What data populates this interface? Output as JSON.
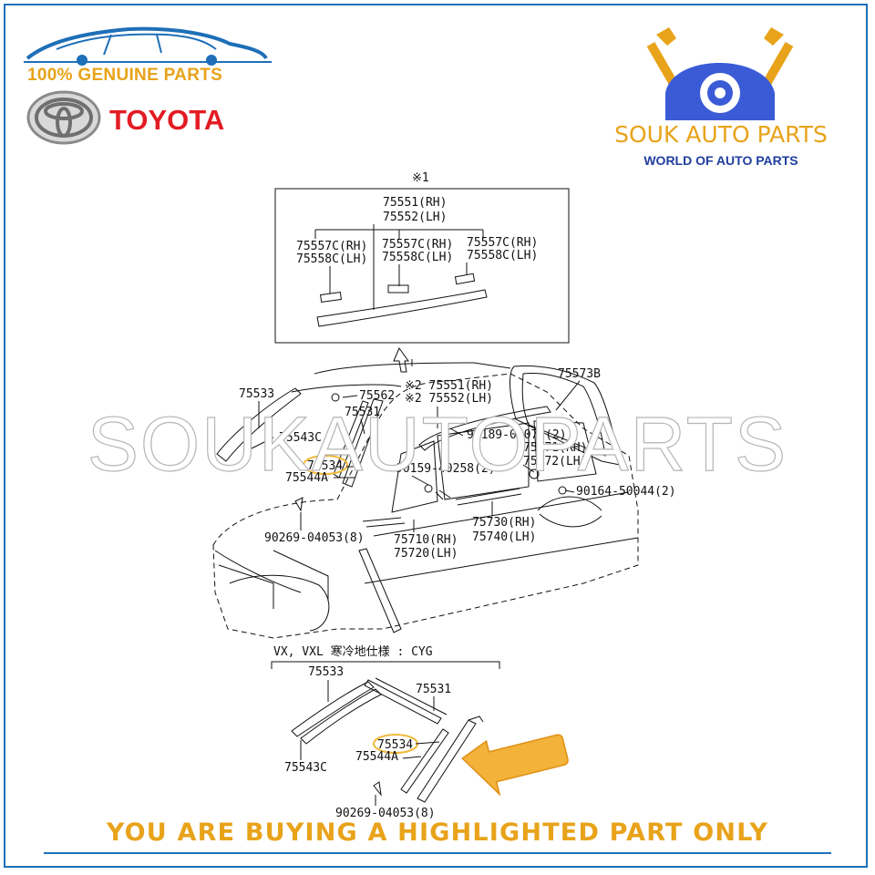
{
  "header_left": {
    "tagline": "100% GENUINE PARTS",
    "brand": "TOYOTA",
    "brand_color": "#e31b23",
    "tagline_color": "#e8a31a"
  },
  "header_right": {
    "name": "SOUK AUTO PARTS",
    "tagline": "WORLD OF AUTO PARTS",
    "accent_color": "#e8a31a",
    "tag_color": "#1f3e9e"
  },
  "watermark": "SOUKAUTOPARTS",
  "diagram": {
    "inset_top": {
      "marker": "※1",
      "main_rh": "75551(RH)",
      "main_lh": "75552(LH)",
      "clip_rh": "75557C(RH)",
      "clip_lh": "75558C(LH)"
    },
    "main": {
      "p75573b": "75573B",
      "p75533": "75533",
      "p75562": "75562",
      "p75551": "※2 75551(RH)",
      "p75552": "※2 75552(LH)",
      "p75531": "75531",
      "p75543c": "75543C",
      "p90189": "90189-05072(2)",
      "p75671": "75671(RH)",
      "p75672": "75672(LH)",
      "p75534": "75534",
      "p75544a": "75544A",
      "p90159": "90159-40258(2)",
      "p90164": "90164-50044(2)",
      "p75730": "75730(RH)",
      "p75740": "75740(LH)",
      "p75710": "75710(RH)",
      "p75720": "75720(LH)",
      "p90269": "90269-04053(8)"
    },
    "inset_bottom": {
      "caption": "VX, VXL 寒冷地仕様 : CYG",
      "p75533": "75533",
      "p75531": "75531",
      "p75534": "75534",
      "p75544a": "75544A",
      "p75543c": "75543C",
      "p90269": "90269-04053(8)"
    },
    "highlighted_part": "75534",
    "highlight_color": "#f0b93a"
  },
  "banner": "YOU ARE BUYING A HIGHLIGHTED PART ONLY"
}
